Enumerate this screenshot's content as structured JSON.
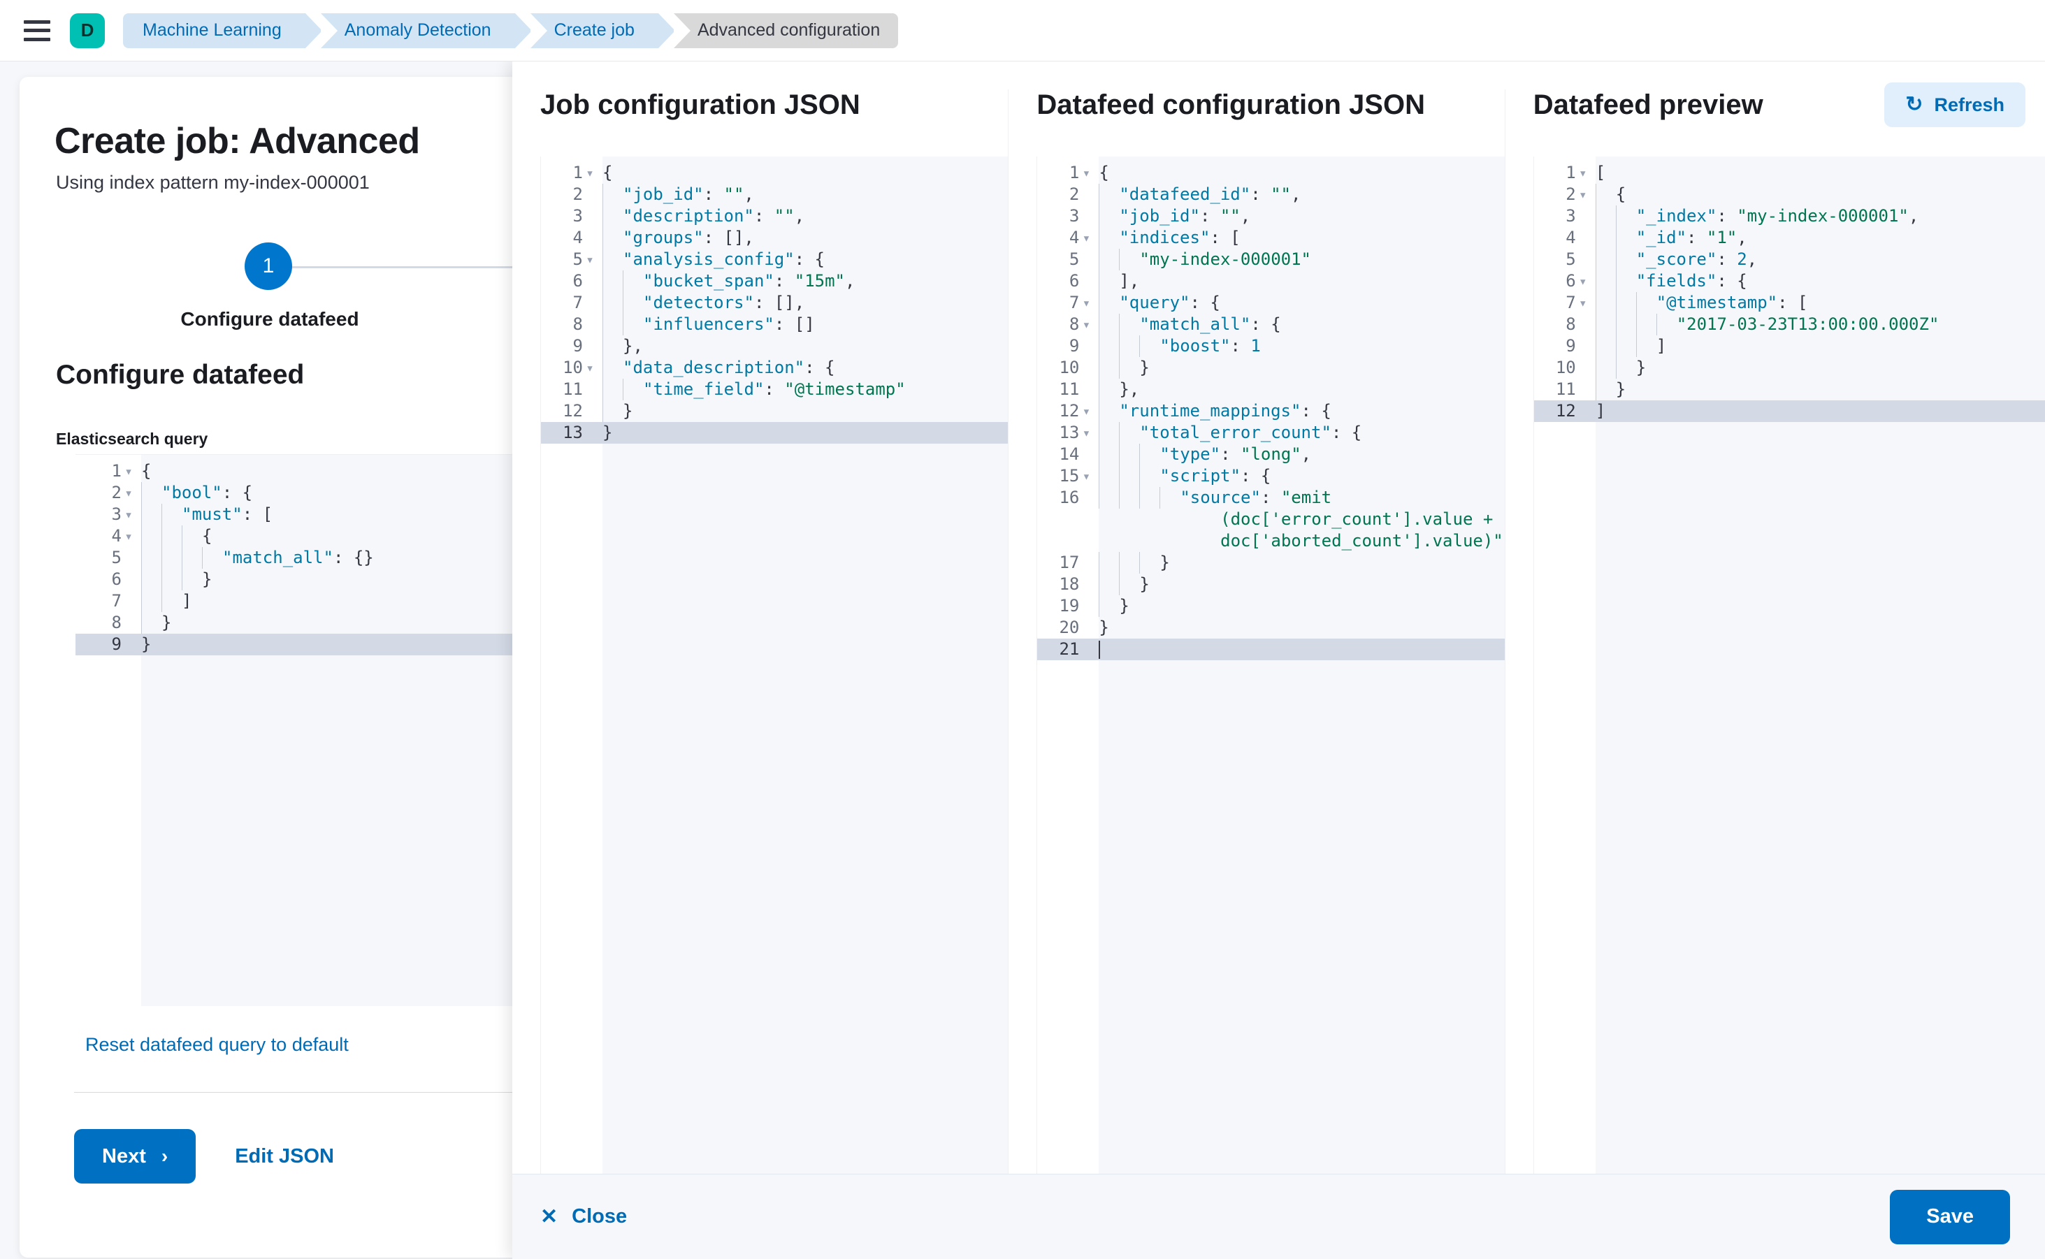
{
  "header": {
    "menu_icon": "hamburger-menu-icon",
    "avatar_initial": "D",
    "breadcrumbs": [
      {
        "label": "Machine Learning",
        "current": false
      },
      {
        "label": "Anomaly Detection",
        "current": false
      },
      {
        "label": "Create job",
        "current": false
      },
      {
        "label": "Advanced configuration",
        "current": true
      }
    ]
  },
  "page": {
    "title": "Create job: Advanced",
    "subtitle": "Using index pattern my-index-000001",
    "step_number": "1",
    "step_label": "Configure datafeed",
    "section_title": "Configure datafeed",
    "field_label": "Elasticsearch query",
    "reset_link": "Reset datafeed query to default",
    "next_button": "Next",
    "next_chevron": "›",
    "edit_json_button": "Edit JSON"
  },
  "es_query_editor": {
    "lines": [
      {
        "no": "1",
        "fold": true,
        "indent": 0,
        "active": false,
        "tokens": [
          {
            "t": "{",
            "c": "p"
          }
        ]
      },
      {
        "no": "2",
        "fold": true,
        "indent": 1,
        "active": false,
        "tokens": [
          {
            "t": "\"bool\"",
            "c": "k"
          },
          {
            "t": ": {",
            "c": "p"
          }
        ]
      },
      {
        "no": "3",
        "fold": true,
        "indent": 2,
        "active": false,
        "tokens": [
          {
            "t": "\"must\"",
            "c": "k"
          },
          {
            "t": ": [",
            "c": "p"
          }
        ]
      },
      {
        "no": "4",
        "fold": true,
        "indent": 3,
        "active": false,
        "tokens": [
          {
            "t": "{",
            "c": "p"
          }
        ]
      },
      {
        "no": "5",
        "fold": false,
        "indent": 4,
        "active": false,
        "tokens": [
          {
            "t": "\"match_all\"",
            "c": "k"
          },
          {
            "t": ": {}",
            "c": "p"
          }
        ]
      },
      {
        "no": "6",
        "fold": false,
        "indent": 3,
        "active": false,
        "tokens": [
          {
            "t": "}",
            "c": "p"
          }
        ]
      },
      {
        "no": "7",
        "fold": false,
        "indent": 2,
        "active": false,
        "tokens": [
          {
            "t": "]",
            "c": "p"
          }
        ]
      },
      {
        "no": "8",
        "fold": false,
        "indent": 1,
        "active": false,
        "tokens": [
          {
            "t": "}",
            "c": "p"
          }
        ]
      },
      {
        "no": "9",
        "fold": false,
        "indent": 0,
        "active": true,
        "tokens": [
          {
            "t": "}",
            "c": "p"
          }
        ]
      }
    ]
  },
  "columns": [
    {
      "title": "Job configuration JSON",
      "name": "job-configuration-json",
      "has_refresh": false,
      "lines": [
        {
          "no": "1",
          "fold": true,
          "indent": 0,
          "active": false,
          "tokens": [
            {
              "t": "{",
              "c": "p"
            }
          ]
        },
        {
          "no": "2",
          "fold": false,
          "indent": 1,
          "active": false,
          "tokens": [
            {
              "t": "\"job_id\"",
              "c": "k"
            },
            {
              "t": ": ",
              "c": "p"
            },
            {
              "t": "\"\"",
              "c": "s"
            },
            {
              "t": ",",
              "c": "p"
            }
          ]
        },
        {
          "no": "3",
          "fold": false,
          "indent": 1,
          "active": false,
          "tokens": [
            {
              "t": "\"description\"",
              "c": "k"
            },
            {
              "t": ": ",
              "c": "p"
            },
            {
              "t": "\"\"",
              "c": "s"
            },
            {
              "t": ",",
              "c": "p"
            }
          ]
        },
        {
          "no": "4",
          "fold": false,
          "indent": 1,
          "active": false,
          "tokens": [
            {
              "t": "\"groups\"",
              "c": "k"
            },
            {
              "t": ": [],",
              "c": "p"
            }
          ]
        },
        {
          "no": "5",
          "fold": true,
          "indent": 1,
          "active": false,
          "tokens": [
            {
              "t": "\"analysis_config\"",
              "c": "k"
            },
            {
              "t": ": {",
              "c": "p"
            }
          ]
        },
        {
          "no": "6",
          "fold": false,
          "indent": 2,
          "active": false,
          "tokens": [
            {
              "t": "\"bucket_span\"",
              "c": "k"
            },
            {
              "t": ": ",
              "c": "p"
            },
            {
              "t": "\"15m\"",
              "c": "s"
            },
            {
              "t": ",",
              "c": "p"
            }
          ]
        },
        {
          "no": "7",
          "fold": false,
          "indent": 2,
          "active": false,
          "tokens": [
            {
              "t": "\"detectors\"",
              "c": "k"
            },
            {
              "t": ": [],",
              "c": "p"
            }
          ]
        },
        {
          "no": "8",
          "fold": false,
          "indent": 2,
          "active": false,
          "tokens": [
            {
              "t": "\"influencers\"",
              "c": "k"
            },
            {
              "t": ": []",
              "c": "p"
            }
          ]
        },
        {
          "no": "9",
          "fold": false,
          "indent": 1,
          "active": false,
          "tokens": [
            {
              "t": "},",
              "c": "p"
            }
          ]
        },
        {
          "no": "10",
          "fold": true,
          "indent": 1,
          "active": false,
          "tokens": [
            {
              "t": "\"data_description\"",
              "c": "k"
            },
            {
              "t": ": {",
              "c": "p"
            }
          ]
        },
        {
          "no": "11",
          "fold": false,
          "indent": 2,
          "active": false,
          "tokens": [
            {
              "t": "\"time_field\"",
              "c": "k"
            },
            {
              "t": ": ",
              "c": "p"
            },
            {
              "t": "\"@timestamp\"",
              "c": "s"
            }
          ]
        },
        {
          "no": "12",
          "fold": false,
          "indent": 1,
          "active": false,
          "tokens": [
            {
              "t": "}",
              "c": "p"
            }
          ]
        },
        {
          "no": "13",
          "fold": false,
          "indent": 0,
          "active": true,
          "tokens": [
            {
              "t": "}",
              "c": "p"
            }
          ]
        }
      ]
    },
    {
      "title": "Datafeed configuration JSON",
      "name": "datafeed-configuration-json",
      "has_refresh": false,
      "lines": [
        {
          "no": "1",
          "fold": true,
          "indent": 0,
          "active": false,
          "tokens": [
            {
              "t": "{",
              "c": "p"
            }
          ]
        },
        {
          "no": "2",
          "fold": false,
          "indent": 1,
          "active": false,
          "tokens": [
            {
              "t": "\"datafeed_id\"",
              "c": "k"
            },
            {
              "t": ": ",
              "c": "p"
            },
            {
              "t": "\"\"",
              "c": "s"
            },
            {
              "t": ",",
              "c": "p"
            }
          ]
        },
        {
          "no": "3",
          "fold": false,
          "indent": 1,
          "active": false,
          "tokens": [
            {
              "t": "\"job_id\"",
              "c": "k"
            },
            {
              "t": ": ",
              "c": "p"
            },
            {
              "t": "\"\"",
              "c": "s"
            },
            {
              "t": ",",
              "c": "p"
            }
          ]
        },
        {
          "no": "4",
          "fold": true,
          "indent": 1,
          "active": false,
          "tokens": [
            {
              "t": "\"indices\"",
              "c": "k"
            },
            {
              "t": ": [",
              "c": "p"
            }
          ]
        },
        {
          "no": "5",
          "fold": false,
          "indent": 2,
          "active": false,
          "tokens": [
            {
              "t": "\"my-index-000001\"",
              "c": "s"
            }
          ]
        },
        {
          "no": "6",
          "fold": false,
          "indent": 1,
          "active": false,
          "tokens": [
            {
              "t": "],",
              "c": "p"
            }
          ]
        },
        {
          "no": "7",
          "fold": true,
          "indent": 1,
          "active": false,
          "tokens": [
            {
              "t": "\"query\"",
              "c": "k"
            },
            {
              "t": ": {",
              "c": "p"
            }
          ]
        },
        {
          "no": "8",
          "fold": true,
          "indent": 2,
          "active": false,
          "tokens": [
            {
              "t": "\"match_all\"",
              "c": "k"
            },
            {
              "t": ": {",
              "c": "p"
            }
          ]
        },
        {
          "no": "9",
          "fold": false,
          "indent": 3,
          "active": false,
          "tokens": [
            {
              "t": "\"boost\"",
              "c": "k"
            },
            {
              "t": ": ",
              "c": "p"
            },
            {
              "t": "1",
              "c": "n"
            }
          ]
        },
        {
          "no": "10",
          "fold": false,
          "indent": 2,
          "active": false,
          "tokens": [
            {
              "t": "}",
              "c": "p"
            }
          ]
        },
        {
          "no": "11",
          "fold": false,
          "indent": 1,
          "active": false,
          "tokens": [
            {
              "t": "},",
              "c": "p"
            }
          ]
        },
        {
          "no": "12",
          "fold": true,
          "indent": 1,
          "active": false,
          "tokens": [
            {
              "t": "\"runtime_mappings\"",
              "c": "k"
            },
            {
              "t": ": {",
              "c": "p"
            }
          ]
        },
        {
          "no": "13",
          "fold": true,
          "indent": 2,
          "active": false,
          "tokens": [
            {
              "t": "\"total_error_count\"",
              "c": "k"
            },
            {
              "t": ": {",
              "c": "p"
            }
          ]
        },
        {
          "no": "14",
          "fold": false,
          "indent": 3,
          "active": false,
          "tokens": [
            {
              "t": "\"type\"",
              "c": "k"
            },
            {
              "t": ": ",
              "c": "p"
            },
            {
              "t": "\"long\"",
              "c": "s"
            },
            {
              "t": ",",
              "c": "p"
            }
          ]
        },
        {
          "no": "15",
          "fold": true,
          "indent": 3,
          "active": false,
          "tokens": [
            {
              "t": "\"script\"",
              "c": "k"
            },
            {
              "t": ": {",
              "c": "p"
            }
          ]
        },
        {
          "no": "16",
          "fold": false,
          "indent": 4,
          "active": false,
          "wrapped": true,
          "tokens": [
            {
              "t": "\"source\"",
              "c": "k"
            },
            {
              "t": ": ",
              "c": "p"
            },
            {
              "t": "\"emit\n    (doc['error_count'].value +\n    doc['aborted_count'].value)\"",
              "c": "s"
            }
          ]
        },
        {
          "no": "17",
          "fold": false,
          "indent": 3,
          "active": false,
          "tokens": [
            {
              "t": "}",
              "c": "p"
            }
          ]
        },
        {
          "no": "18",
          "fold": false,
          "indent": 2,
          "active": false,
          "tokens": [
            {
              "t": "}",
              "c": "p"
            }
          ]
        },
        {
          "no": "19",
          "fold": false,
          "indent": 1,
          "active": false,
          "tokens": [
            {
              "t": "}",
              "c": "p"
            }
          ]
        },
        {
          "no": "20",
          "fold": false,
          "indent": 0,
          "active": false,
          "tokens": [
            {
              "t": "}",
              "c": "p"
            }
          ]
        },
        {
          "no": "21",
          "fold": false,
          "indent": 0,
          "active": true,
          "cursor": true,
          "tokens": []
        }
      ]
    },
    {
      "title": "Datafeed preview",
      "name": "datafeed-preview",
      "has_refresh": true,
      "refresh_label": "Refresh",
      "refresh_icon": "refresh-icon",
      "lines": [
        {
          "no": "1",
          "fold": true,
          "indent": 0,
          "active": false,
          "tokens": [
            {
              "t": "[",
              "c": "p"
            }
          ]
        },
        {
          "no": "2",
          "fold": true,
          "indent": 1,
          "active": false,
          "tokens": [
            {
              "t": "{",
              "c": "p"
            }
          ]
        },
        {
          "no": "3",
          "fold": false,
          "indent": 2,
          "active": false,
          "tokens": [
            {
              "t": "\"_index\"",
              "c": "k"
            },
            {
              "t": ": ",
              "c": "p"
            },
            {
              "t": "\"my-index-000001\"",
              "c": "s"
            },
            {
              "t": ",",
              "c": "p"
            }
          ]
        },
        {
          "no": "4",
          "fold": false,
          "indent": 2,
          "active": false,
          "tokens": [
            {
              "t": "\"_id\"",
              "c": "k"
            },
            {
              "t": ": ",
              "c": "p"
            },
            {
              "t": "\"1\"",
              "c": "s"
            },
            {
              "t": ",",
              "c": "p"
            }
          ]
        },
        {
          "no": "5",
          "fold": false,
          "indent": 2,
          "active": false,
          "tokens": [
            {
              "t": "\"_score\"",
              "c": "k"
            },
            {
              "t": ": ",
              "c": "p"
            },
            {
              "t": "2",
              "c": "n"
            },
            {
              "t": ",",
              "c": "p"
            }
          ]
        },
        {
          "no": "6",
          "fold": true,
          "indent": 2,
          "active": false,
          "tokens": [
            {
              "t": "\"fields\"",
              "c": "k"
            },
            {
              "t": ": {",
              "c": "p"
            }
          ]
        },
        {
          "no": "7",
          "fold": true,
          "indent": 3,
          "active": false,
          "tokens": [
            {
              "t": "\"@timestamp\"",
              "c": "k"
            },
            {
              "t": ": [",
              "c": "p"
            }
          ]
        },
        {
          "no": "8",
          "fold": false,
          "indent": 4,
          "active": false,
          "tokens": [
            {
              "t": "\"2017-03-23T13:00:00.000Z\"",
              "c": "s"
            }
          ]
        },
        {
          "no": "9",
          "fold": false,
          "indent": 3,
          "active": false,
          "tokens": [
            {
              "t": "]",
              "c": "p"
            }
          ]
        },
        {
          "no": "10",
          "fold": false,
          "indent": 2,
          "active": false,
          "tokens": [
            {
              "t": "}",
              "c": "p"
            }
          ]
        },
        {
          "no": "11",
          "fold": false,
          "indent": 1,
          "active": false,
          "tokens": [
            {
              "t": "}",
              "c": "p"
            }
          ]
        },
        {
          "no": "12",
          "fold": false,
          "indent": 0,
          "active": true,
          "tokens": [
            {
              "t": "]",
              "c": "p"
            }
          ]
        }
      ]
    }
  ],
  "footer": {
    "close_label": "Close",
    "close_icon": "close-x-icon",
    "save_label": "Save"
  },
  "colors": {
    "primary": "#0071c2",
    "link": "#006bb4",
    "accent_teal": "#00bfb3",
    "string": "#00754f",
    "key": "#0079a5",
    "active_line": "#d3dae6"
  }
}
